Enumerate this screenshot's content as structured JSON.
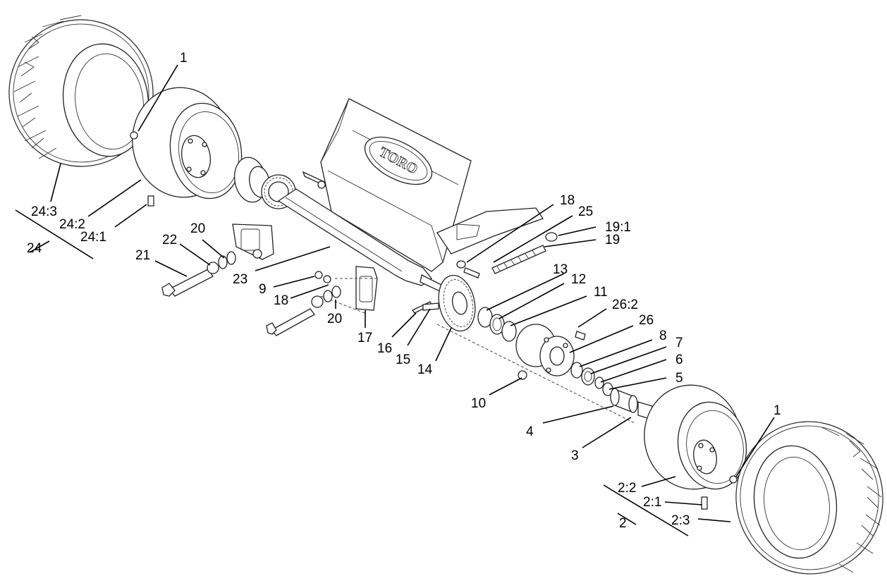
{
  "brand_logo": "TORO",
  "callouts": {
    "c1_top": "1",
    "c24_3": "24:3",
    "c24_2": "24:2",
    "c24_1": "24:1",
    "c24": "24",
    "c20_top": "20",
    "c22": "22",
    "c21": "21",
    "c23": "23",
    "c9": "9",
    "c18_left": "18",
    "c20_bottom": "20",
    "c17": "17",
    "c16": "16",
    "c15": "15",
    "c14": "14",
    "c18_right": "18",
    "c25": "25",
    "c19_1": "19:1",
    "c19": "19",
    "c13": "13",
    "c12": "12",
    "c11": "11",
    "c26_2": "26:2",
    "c26": "26",
    "c8": "8",
    "c7": "7",
    "c6": "6",
    "c5": "5",
    "c10": "10",
    "c4": "4",
    "c3": "3",
    "c1_bottom": "1",
    "c2_2": "2:2",
    "c2_1": "2:1",
    "c2": "2",
    "c2_3": "2:3"
  }
}
